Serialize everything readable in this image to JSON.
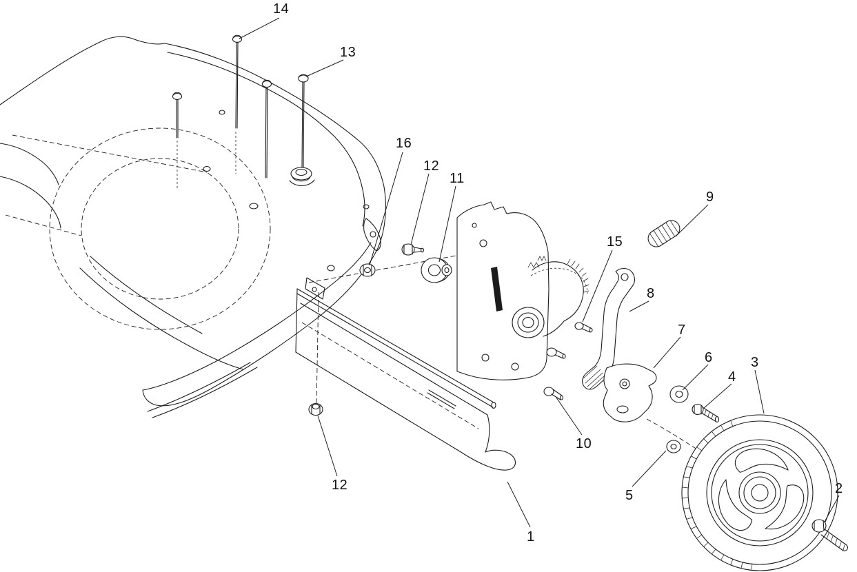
{
  "diagram": {
    "type": "exploded-parts-diagram",
    "background_color": "#ffffff",
    "ink_color": "#1c1c1c",
    "callouts": [
      {
        "part_number": "14",
        "label": "14"
      },
      {
        "part_number": "13",
        "label": "13"
      },
      {
        "part_number": "16",
        "label": "16"
      },
      {
        "part_number": "12",
        "label": "12"
      },
      {
        "part_number": "11",
        "label": "11"
      },
      {
        "part_number": "9",
        "label": "9"
      },
      {
        "part_number": "15",
        "label": "15"
      },
      {
        "part_number": "8",
        "label": "8"
      },
      {
        "part_number": "7",
        "label": "7"
      },
      {
        "part_number": "6",
        "label": "6"
      },
      {
        "part_number": "4",
        "label": "4"
      },
      {
        "part_number": "3",
        "label": "3"
      },
      {
        "part_number": "10",
        "label": "10"
      },
      {
        "part_number": "12",
        "label": "12"
      },
      {
        "part_number": "5",
        "label": "5"
      },
      {
        "part_number": "2",
        "label": "2"
      },
      {
        "part_number": "1",
        "label": "1"
      }
    ]
  }
}
